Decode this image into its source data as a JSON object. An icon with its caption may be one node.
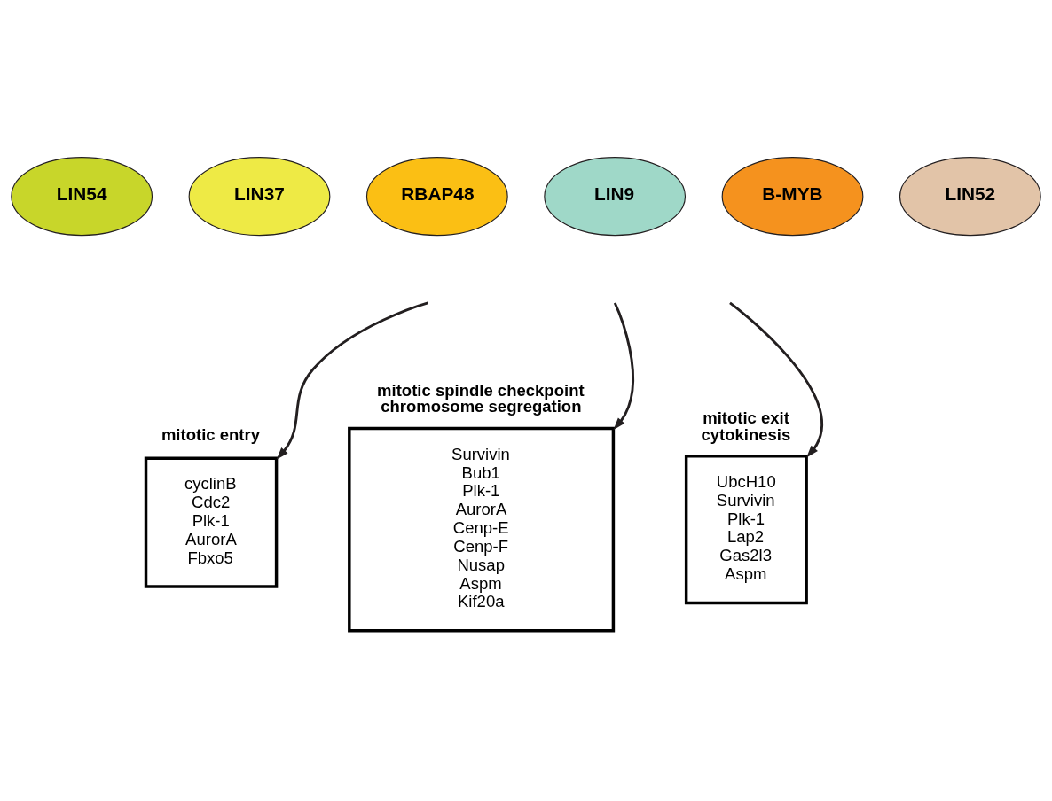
{
  "diagram": {
    "nodes": [
      {
        "text": [
          "LIN54"
        ]
      },
      {
        "text": [
          "LIN37"
        ]
      },
      {
        "text": [
          "RBAP48"
        ]
      },
      {
        "text": [
          "LIN9"
        ]
      },
      {
        "text": [
          "B-MYB"
        ]
      },
      {
        "text": [
          "LIN52"
        ]
      },
      {
        "text": [
          "mitotic entry",
          "cyclinB",
          "Cdc2",
          "Plk-1",
          "AurorA",
          "Fbxo5"
        ]
      },
      {
        "text": [
          "mitotic spindle checkpoint chromosome segregation",
          "Survivin",
          "Bub1",
          "Plk-1",
          "AurorA",
          "Cenp-E",
          "Cenp-F",
          "Nusap",
          "Aspm",
          "Kif20a"
        ]
      },
      {
        "text": [
          "mitotic exit cytokinesis",
          "UbcH10",
          "Survivin",
          "Plk-1",
          "Lap2",
          "Gas2l3",
          "Aspm"
        ]
      }
    ],
    "edges": [
      {
        "from": null,
        "to": 6,
        "arrow": "to"
      },
      {
        "from": null,
        "to": 7,
        "arrow": "to"
      },
      {
        "from": null,
        "to": 8,
        "arrow": "to"
      }
    ]
  }
}
